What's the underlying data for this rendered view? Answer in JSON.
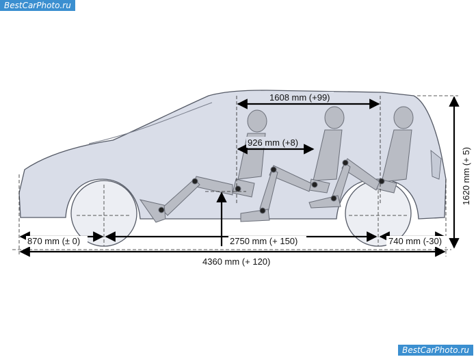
{
  "watermark": "BestCarPhoto.ru",
  "dimensions": {
    "front_overhang": "870 mm (± 0)",
    "wheelbase": "2750 mm (+ 150)",
    "rear_overhang": "740 mm (-30)",
    "overall_length": "4360 mm (+ 120)",
    "height": "1620 mm (+ 5)",
    "interior_length": "1608 mm (+99)",
    "legroom": "926 mm (+8)"
  },
  "colors": {
    "body_fill": "#d9dde8",
    "outline": "#555a66",
    "mannequin": "#b9bcc4",
    "arrow": "#000000",
    "watermark_bg": "#3b8fd0"
  }
}
